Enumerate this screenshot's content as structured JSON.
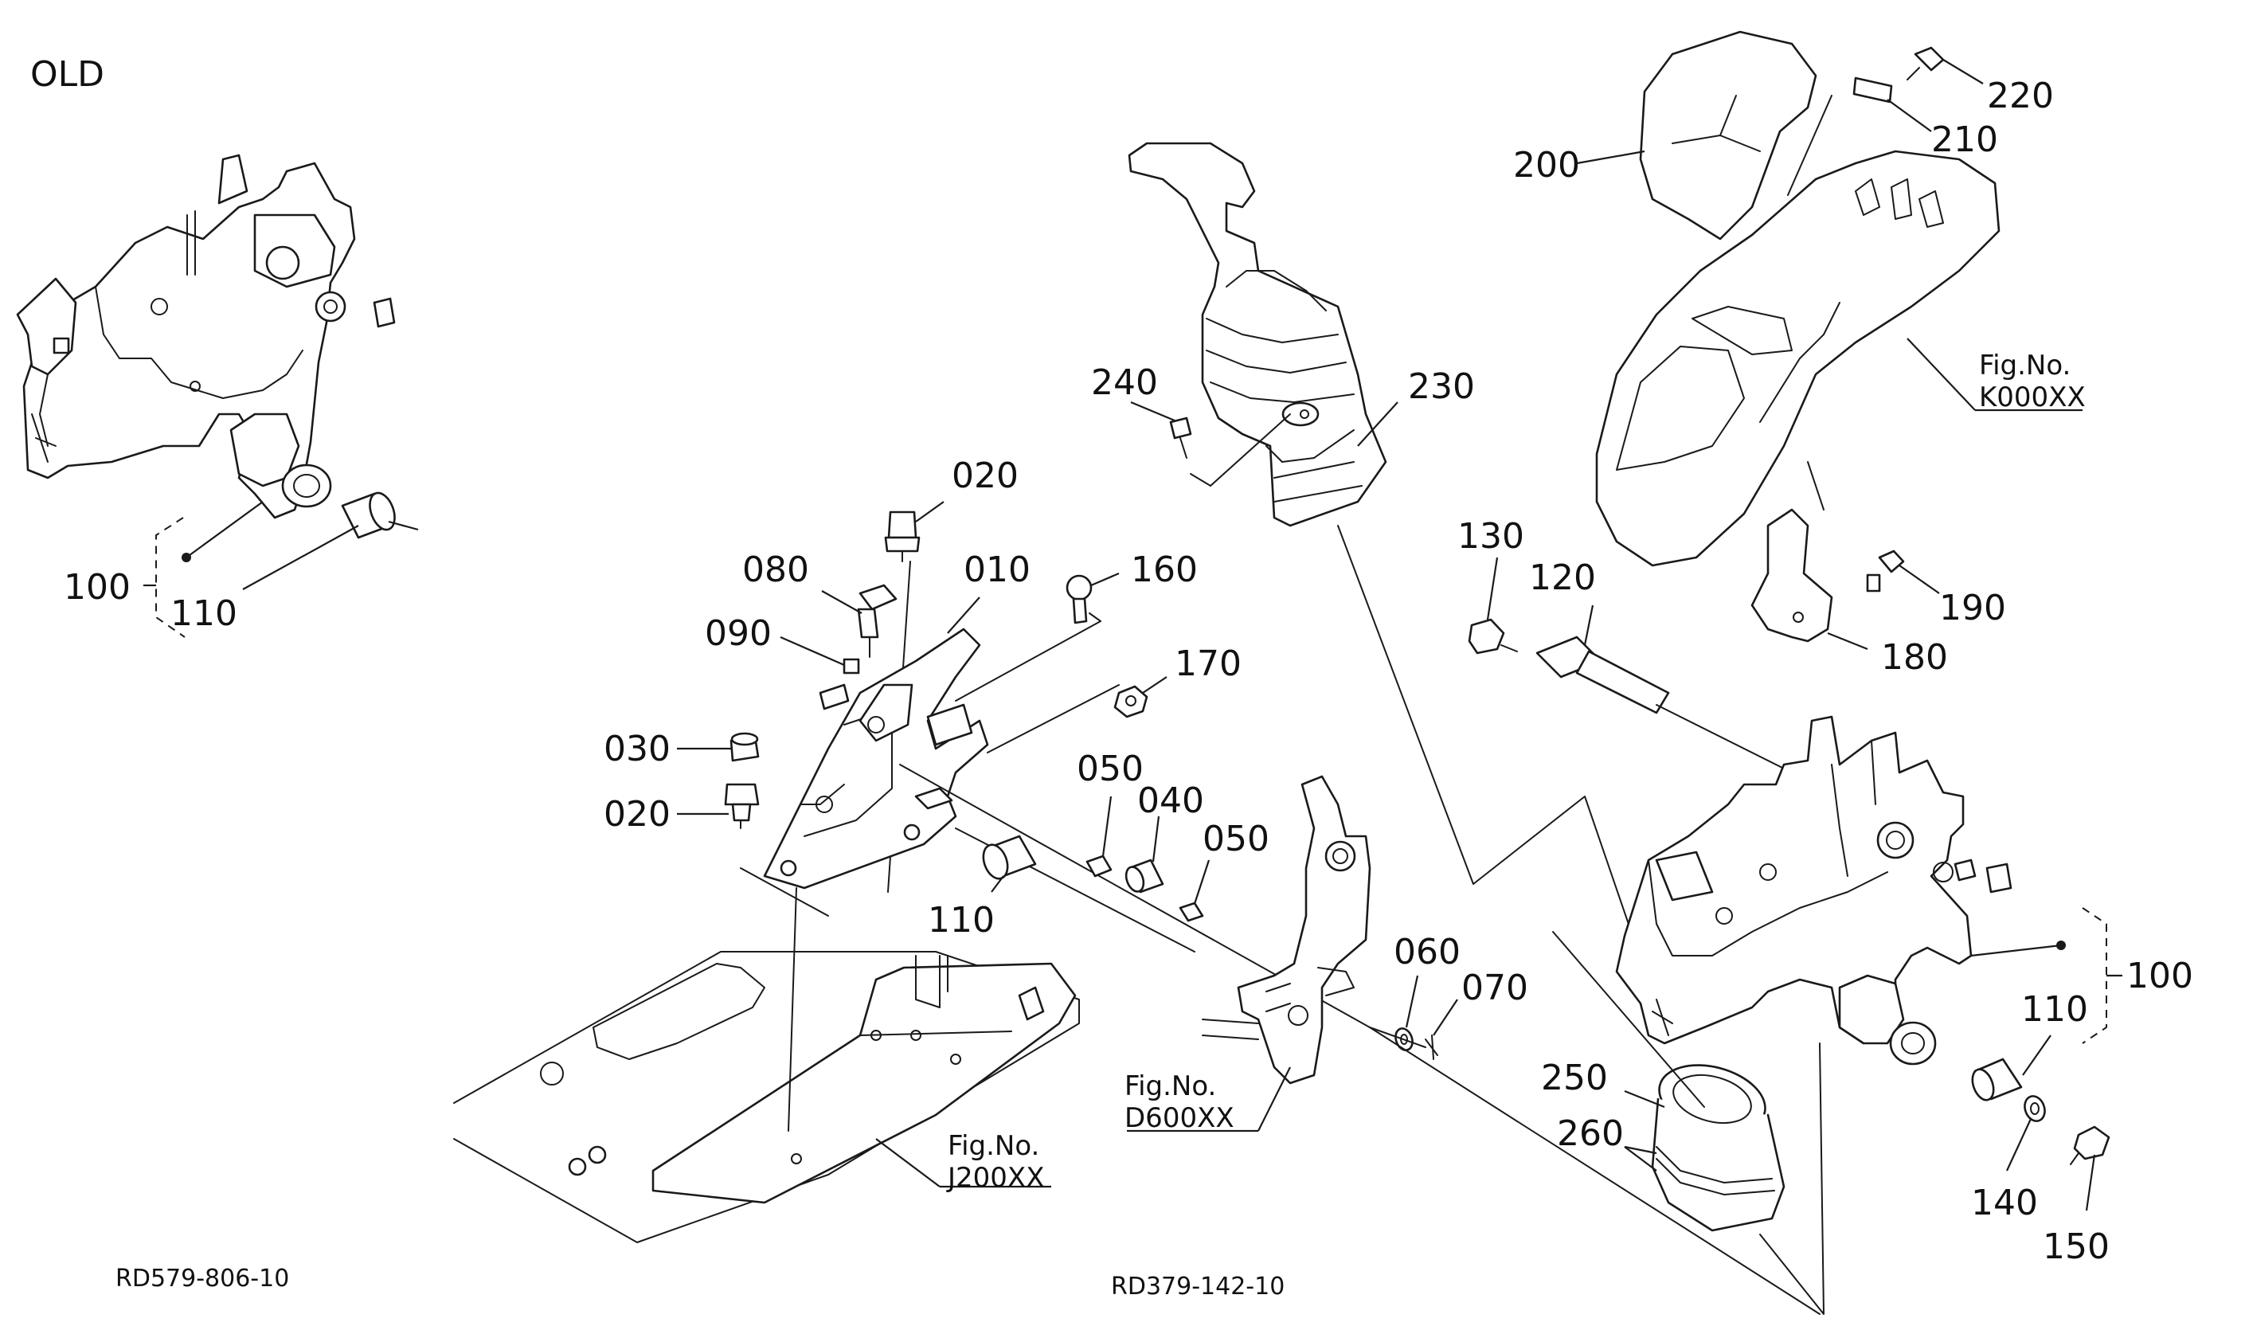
{
  "title": "OLD",
  "drawing_codes": {
    "old": "RD579-806-10",
    "new": "RD379-142-10"
  },
  "figure_refs": {
    "k000": "Fig.No.\nK000XX",
    "k_line1": "Fig.No.",
    "k_line2": "K000XX",
    "j_line1": "Fig.No.",
    "j_line2": "J200XX",
    "d_line1": "Fig.No.",
    "d_line2": "D600XX"
  },
  "callouts": {
    "old_100": "100",
    "old_110": "110",
    "p010": "010",
    "p020a": "020",
    "p020b": "020",
    "p030": "030",
    "p040": "040",
    "p050a": "050",
    "p050b": "050",
    "p060": "060",
    "p070": "070",
    "p080": "080",
    "p090": "090",
    "p100": "100",
    "p110a": "110",
    "p110b": "110",
    "p120": "120",
    "p130": "130",
    "p140": "140",
    "p150": "150",
    "p160": "160",
    "p170": "170",
    "p180": "180",
    "p190": "190",
    "p200": "200",
    "p210": "210",
    "p220": "220",
    "p230": "230",
    "p240": "240",
    "p250": "250",
    "p260": "260"
  }
}
